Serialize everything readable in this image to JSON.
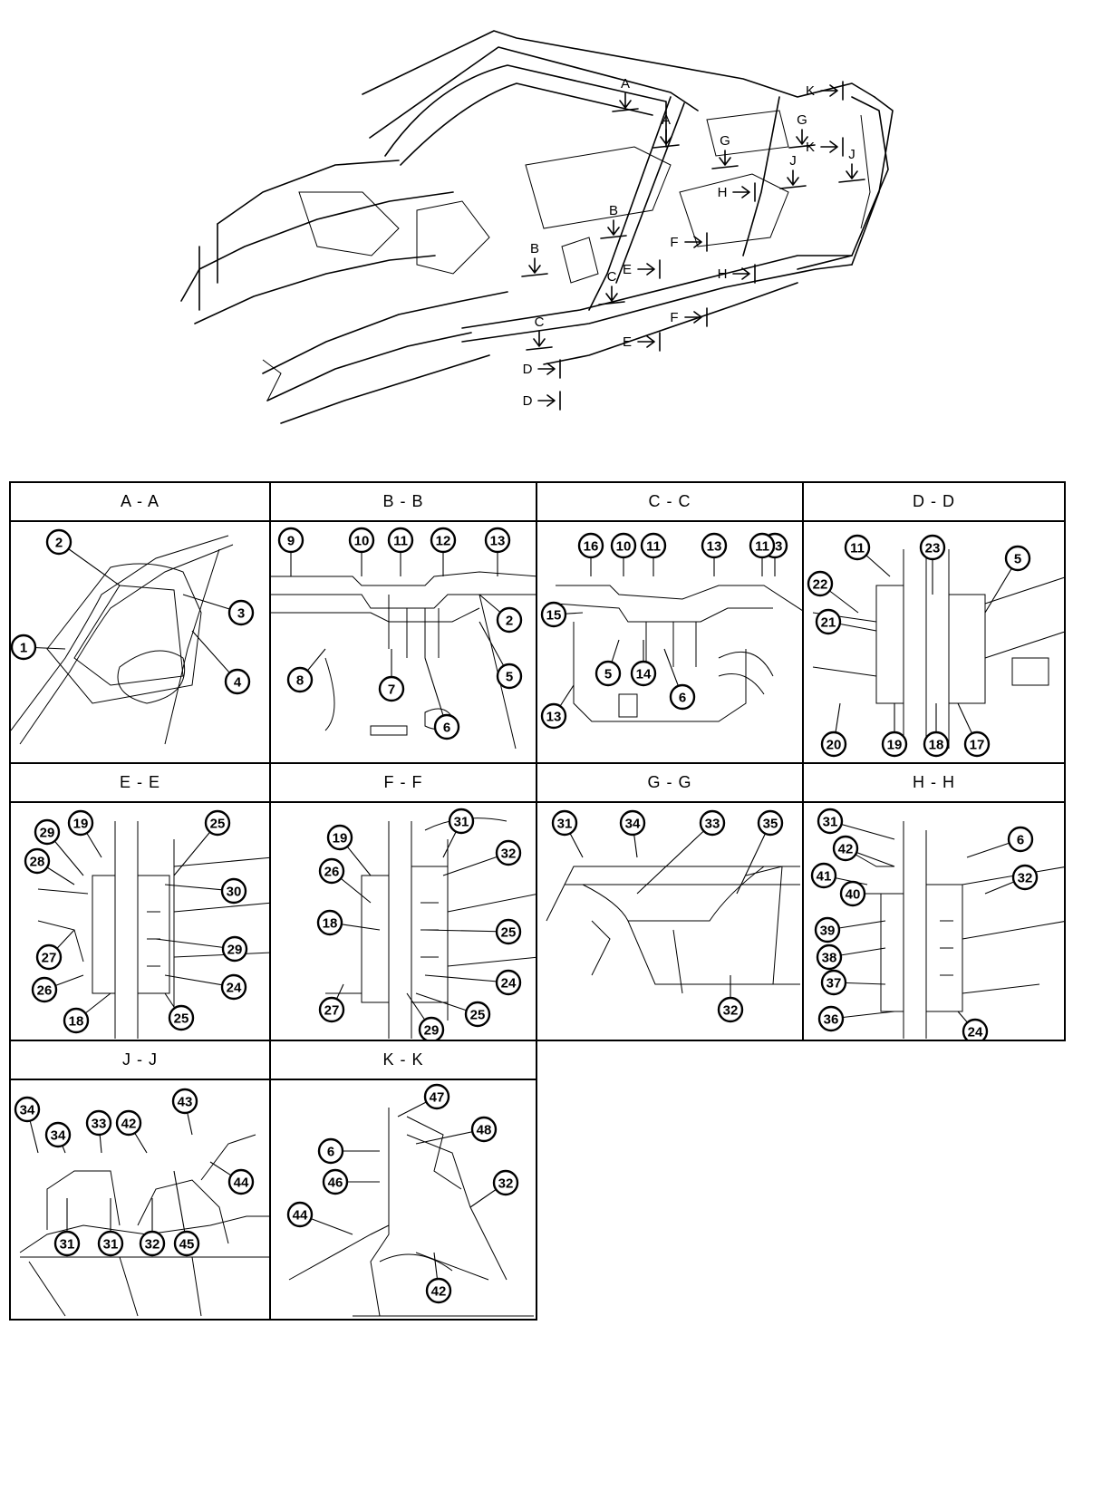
{
  "overview": {
    "markers": [
      "A",
      "A",
      "B",
      "B",
      "C",
      "C",
      "D",
      "D",
      "E",
      "E",
      "F",
      "F",
      "G",
      "G",
      "H",
      "H",
      "J",
      "J",
      "K",
      "K"
    ]
  },
  "sections": [
    {
      "title": "A - A",
      "callouts": [
        "1",
        "2",
        "3",
        "4"
      ]
    },
    {
      "title": "B - B",
      "callouts": [
        "9",
        "10",
        "11",
        "12",
        "13",
        "2",
        "5",
        "6",
        "7",
        "8"
      ]
    },
    {
      "title": "C - C",
      "callouts": [
        "16",
        "10",
        "11",
        "13",
        "13",
        "11",
        "15",
        "5",
        "14",
        "6",
        "13"
      ]
    },
    {
      "title": "D - D",
      "callouts": [
        "11",
        "23",
        "5",
        "22",
        "21",
        "20",
        "19",
        "18",
        "17"
      ]
    },
    {
      "title": "E - E",
      "callouts": [
        "29",
        "19",
        "25",
        "28",
        "30",
        "27",
        "29",
        "24",
        "26",
        "18",
        "25"
      ]
    },
    {
      "title": "F - F",
      "callouts": [
        "31",
        "19",
        "32",
        "26",
        "25",
        "18",
        "24",
        "27",
        "29",
        "25"
      ]
    },
    {
      "title": "G - G",
      "callouts": [
        "31",
        "34",
        "33",
        "35",
        "32"
      ]
    },
    {
      "title": "H - H",
      "callouts": [
        "31",
        "6",
        "42",
        "41",
        "32",
        "40",
        "39",
        "38",
        "37",
        "36",
        "24"
      ]
    },
    {
      "title": "J - J",
      "callouts": [
        "34",
        "34",
        "33",
        "42",
        "43",
        "44",
        "31",
        "31",
        "32",
        "45"
      ]
    },
    {
      "title": "K - K",
      "callouts": [
        "47",
        "48",
        "6",
        "32",
        "46",
        "44",
        "42"
      ]
    }
  ]
}
